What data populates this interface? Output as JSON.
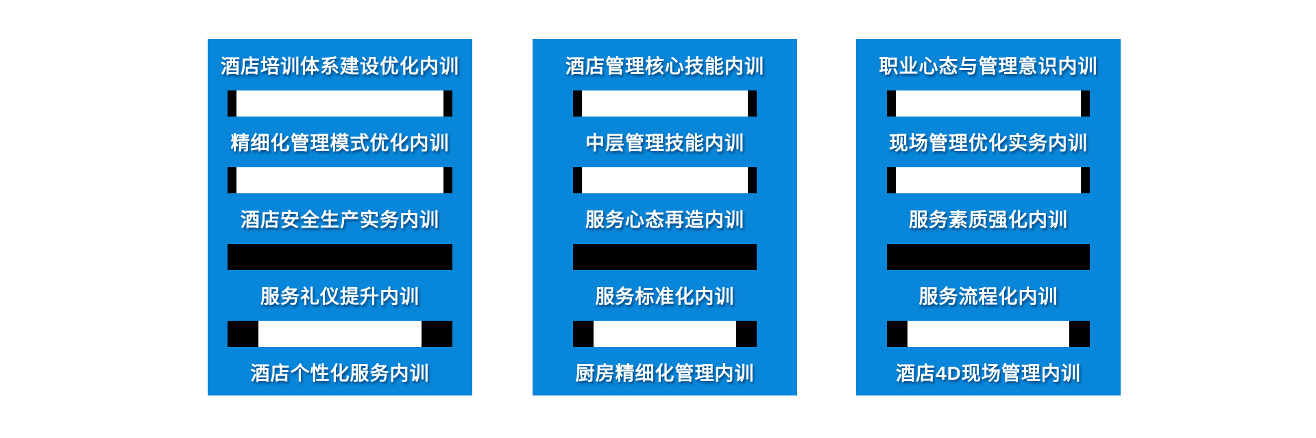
{
  "page": {
    "background_color": "#ffffff",
    "description": "Three blue cards listing hotel internal-training course names, separated by scrollbar-like divider bars"
  },
  "colors": {
    "panel_blue": "#0886d9",
    "bar_black": "#000000",
    "bar_white": "#ffffff",
    "text_white": "#ffffff"
  },
  "panels": [
    {
      "name": "training-column-1",
      "items": [
        "酒店培训体系建设优化内训",
        "精细化管理模式优化内训",
        "酒店安全生产实务内训",
        "服务礼仪提升内训",
        "酒店个性化服务内训"
      ],
      "bars": [
        "white-thin-caps",
        "white-thin-caps",
        "solid-black",
        "white-wide-caps"
      ]
    },
    {
      "name": "training-column-2",
      "items": [
        "酒店管理核心技能内训",
        "中层管理技能内训",
        "服务心态再造内训",
        "服务标准化内训",
        "厨房精细化管理内训"
      ],
      "bars": [
        "white-thin-caps",
        "white-thin-caps",
        "solid-black",
        "white-wide-caps"
      ]
    },
    {
      "name": "training-column-3",
      "items": [
        "职业心态与管理意识内训",
        "现场管理优化实务内训",
        "服务素质强化内训",
        "服务流程化内训",
        "酒店4D现场管理内训"
      ],
      "bars": [
        "white-thin-caps",
        "white-thin-caps",
        "solid-black",
        "white-wide-caps"
      ]
    }
  ]
}
